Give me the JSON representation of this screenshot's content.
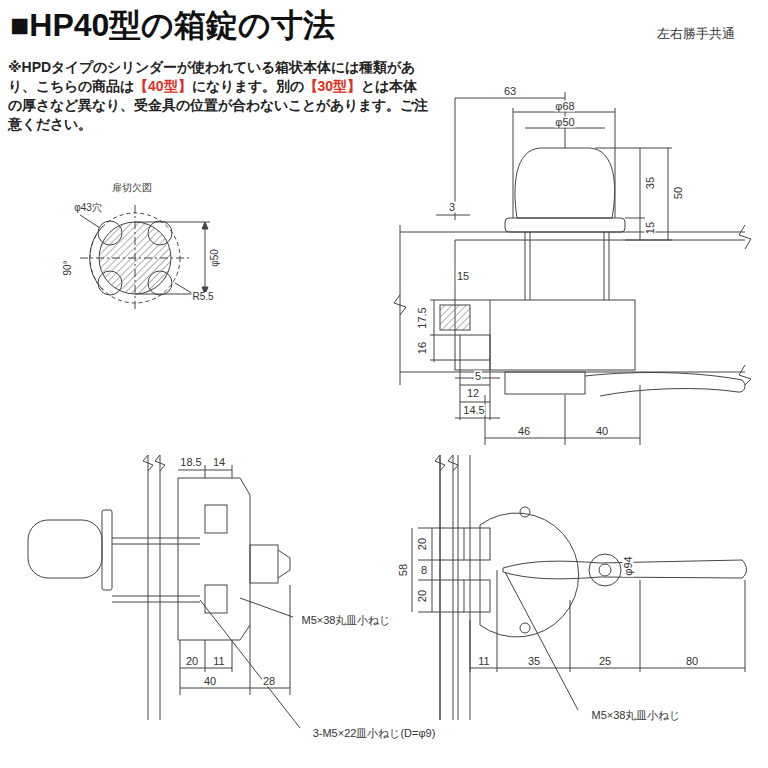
{
  "diagram": {
    "title": "■HP40型の箱錠の寸法",
    "labels": [
      "※HPDタイプのシリンダーが使われている箱状本体には種類があり、こちらの商品は",
      "【40型】",
      "になります。別の",
      "【30型】",
      "とは本体の厚さなど異なり、受金具の位置が合わないことがあります。ご注意ください。",
      "左右勝手共通",
      "扉切欠図",
      "φ43穴",
      "90°",
      "φ50",
      "R5.5",
      "63",
      "φ68",
      "φ50",
      "35",
      "50",
      "15",
      "3",
      "15",
      "17.5",
      "16",
      "5",
      "12",
      "14.5",
      "46",
      "40",
      "18.5",
      "14",
      "20",
      "11",
      "40",
      "28",
      "M5×38丸皿小ねじ",
      "3-M5×22皿小ねじ(D=φ9)",
      "20",
      "8",
      "20",
      "58",
      "φ94",
      "11",
      "35",
      "25",
      "80",
      "M5×38丸皿小ねじ"
    ]
  }
}
